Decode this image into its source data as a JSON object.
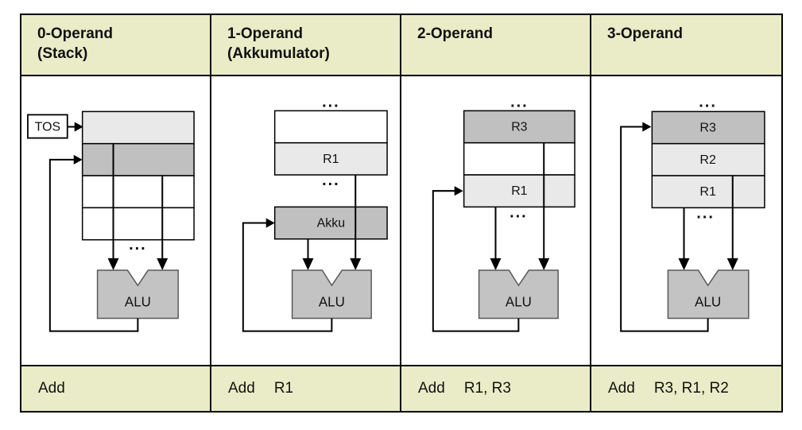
{
  "colors": {
    "header_bg": "#e9ecc6",
    "register_dark": "#c0c0c0",
    "register_light": "#e9e9e9",
    "alu_fill": "#c3c3c3",
    "line": "#000000",
    "border": "#000000"
  },
  "columns": [
    {
      "header_line1": "0-Operand",
      "header_line2": "(Stack)",
      "tos_label": "TOS",
      "ellipsis_bottom": "...",
      "alu_label": "ALU",
      "instruction": {
        "mnemonic": "Add",
        "operands": ""
      }
    },
    {
      "header_line1": "1-Operand",
      "header_line2": "(Akkumulator)",
      "ellipsis_top": "...",
      "ellipsis_bottom": "...",
      "registers": {
        "r1": "R1"
      },
      "akku_label": "Akku",
      "alu_label": "ALU",
      "instruction": {
        "mnemonic": "Add",
        "operands": "R1"
      }
    },
    {
      "header_line1": "2-Operand",
      "header_line2": "",
      "ellipsis_top": "...",
      "ellipsis_bottom": "...",
      "registers": {
        "r3": "R3",
        "r1": "R1"
      },
      "alu_label": "ALU",
      "instruction": {
        "mnemonic": "Add",
        "operands": "R1, R3"
      }
    },
    {
      "header_line1": "3-Operand",
      "header_line2": "",
      "ellipsis_top": "...",
      "ellipsis_bottom": "...",
      "registers": {
        "r3": "R3",
        "r2": "R2",
        "r1": "R1"
      },
      "alu_label": "ALU",
      "instruction": {
        "mnemonic": "Add",
        "operands": "R3, R1, R2"
      }
    }
  ]
}
